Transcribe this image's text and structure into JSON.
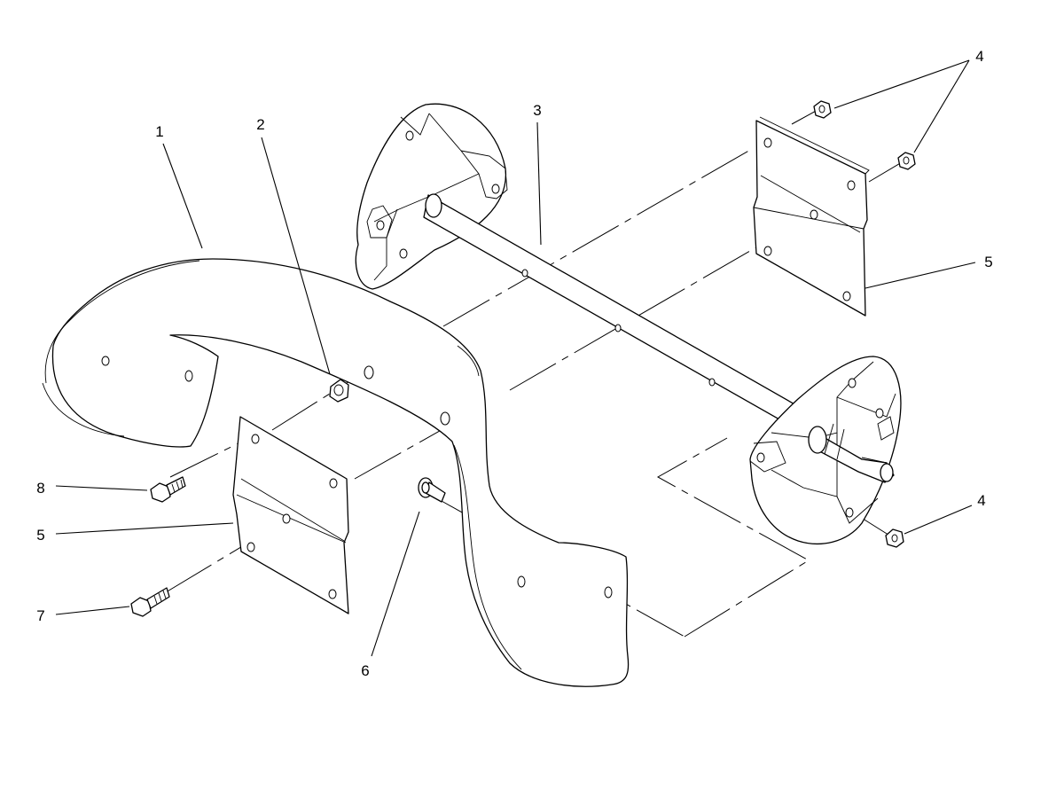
{
  "diagram": {
    "callouts": [
      {
        "id": "c1",
        "label": "1"
      },
      {
        "id": "c2",
        "label": "2"
      },
      {
        "id": "c3",
        "label": "3"
      },
      {
        "id": "c4a",
        "label": "4"
      },
      {
        "id": "c4b",
        "label": "4"
      },
      {
        "id": "c5a",
        "label": "5"
      },
      {
        "id": "c5b",
        "label": "5"
      },
      {
        "id": "c6",
        "label": "6"
      },
      {
        "id": "c7",
        "label": "7"
      },
      {
        "id": "c8",
        "label": "8"
      }
    ]
  },
  "colors": {
    "line": "#000000",
    "background": "#ffffff"
  }
}
